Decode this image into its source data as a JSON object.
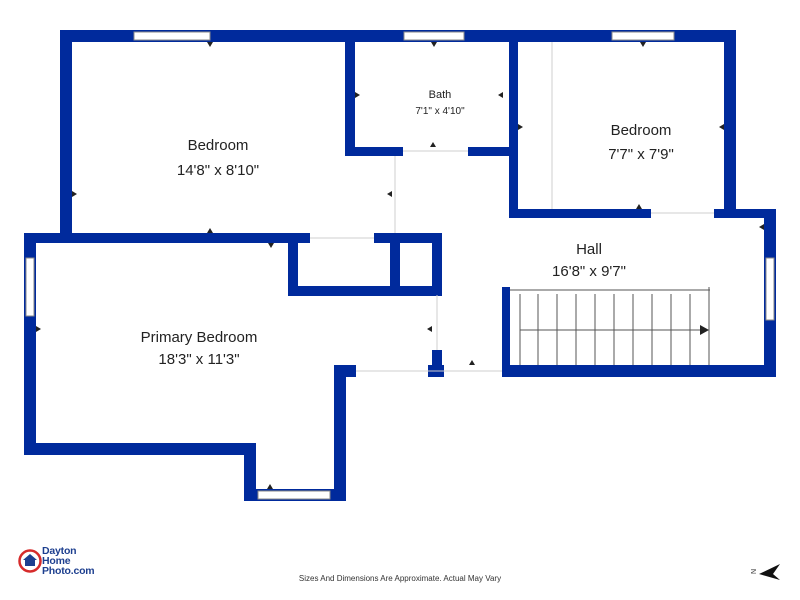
{
  "rooms": {
    "bedroom1": {
      "name": "Bedroom",
      "dims": "14'8\" x 8'10\""
    },
    "bath": {
      "name": "Bath",
      "dims": "7'1\" x 4'10\""
    },
    "bedroom2": {
      "name": "Bedroom",
      "dims": "7'7\" x 7'9\""
    },
    "hall": {
      "name": "Hall",
      "dims": "16'8\" x 9'7\""
    },
    "primary": {
      "name": "Primary Bedroom",
      "dims": "18'3\" x 11'3\""
    }
  },
  "footer": {
    "logo_lines": [
      "Dayton",
      "Home",
      "Photo.com"
    ],
    "disclaimer": "Sizes And Dimensions Are Approximate. Actual May Vary",
    "compass": "N"
  },
  "colors": {
    "wall": "#002a9c",
    "text": "#222222",
    "logo": "#1d3f8f",
    "logo_accent": "#d62b2b"
  }
}
